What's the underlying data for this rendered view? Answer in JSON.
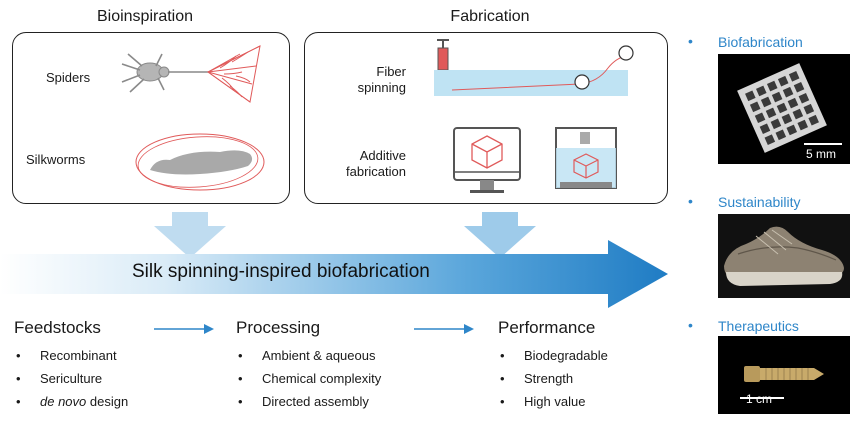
{
  "sections": {
    "bioinspiration": "Bioinspiration",
    "fabrication": "Fabrication"
  },
  "bioinspiration": {
    "spiders": "Spiders",
    "silkworms": "Silkworms"
  },
  "fabrication": {
    "fiber_line1": "Fiber",
    "fiber_line2": "spinning",
    "additive_line1": "Additive",
    "additive_line2": "fabrication"
  },
  "banner": "Silk spinning-inspired biofabrication",
  "columns": [
    {
      "title": "Feedstocks",
      "items": [
        "Recombinant",
        "Sericulture",
        "design"
      ],
      "emph": "de novo"
    },
    {
      "title": "Processing",
      "items": [
        "Ambient & aqueous",
        "Chemical complexity",
        "Directed assembly"
      ]
    },
    {
      "title": "Performance",
      "items": [
        "Biodegradable",
        "Strength",
        "High value"
      ]
    }
  ],
  "applications": [
    {
      "label": "Biofabrication",
      "scale": "5 mm"
    },
    {
      "label": "Sustainability"
    },
    {
      "label": "Therapeutics",
      "scale": "1 cm"
    }
  ],
  "colors": {
    "accent_blue": "#2e86c9",
    "red_line": "#e05a5a",
    "spinning_bath": "#bfe3f3"
  }
}
